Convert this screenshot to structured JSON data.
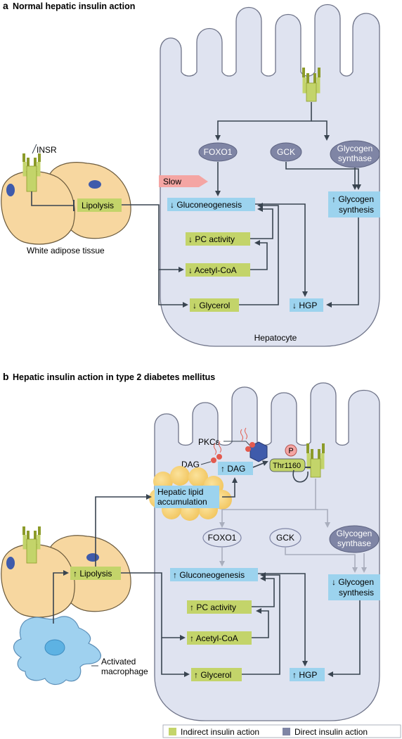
{
  "colors": {
    "cell_fill": "#dfe3f0",
    "cell_stroke": "#6f7489",
    "indirect_green": "#c3d46a",
    "direct_blue": "#9cd3ee",
    "oval_fill": "#7f85a5",
    "adipose_fill": "#f7d7a0",
    "adipose_stroke": "#6b5a3c",
    "lipid_fill": "#f5cc6b",
    "macrophage_fill": "#9fd1ef",
    "slow_pink": "#f4a5a3",
    "arrow_dark": "#394450",
    "arrow_light": "#a9aebd"
  },
  "panel_a": {
    "letter": "a",
    "title": "Normal hepatic insulin action",
    "receptor_label": "INSR",
    "adipose_label": "White adipose tissue",
    "cell_label": "Hepatocyte",
    "lipolysis": "Lipolysis",
    "foxo1": "FOXO1",
    "gck": "GCK",
    "glycogen_synthase_1": "Glycogen",
    "glycogen_synthase_2": "synthase",
    "slow": "Slow",
    "gluconeogenesis": "↓ Gluconeogenesis",
    "pc_activity": "↓ PC activity",
    "acetyl_coa": "↓ Acetyl-CoA",
    "glycerol": "↓ Glycerol",
    "hgp": "↓ HGP",
    "glycogen_synthesis_1": "↑ Glycogen",
    "glycogen_synthesis_2": "synthesis"
  },
  "panel_b": {
    "letter": "b",
    "title": "Hepatic insulin action in type 2 diabetes mellitus",
    "pkc": "PKCε",
    "dag_label": "DAG",
    "dag_box": "↑ DAG",
    "thr": "Thr1160",
    "p": "P",
    "lipid_1": "Hepatic lipid",
    "lipid_2": "accumulation",
    "lipolysis": "↑ Lipolysis",
    "macrophage_1": "Activated",
    "macrophage_2": "macrophage",
    "foxo1": "FOXO1",
    "gck": "GCK",
    "glycogen_synthase_1": "Glycogen",
    "glycogen_synthase_2": "synthase",
    "gluconeogenesis": "↑ Gluconeogenesis",
    "pc_activity": "↑ PC activity",
    "acetyl_coa": "↑ Acetyl-CoA",
    "glycerol": "↑ Glycerol",
    "hgp": "↑ HGP",
    "glycogen_synthesis_1": "↓ Glycogen",
    "glycogen_synthesis_2": "synthesis"
  },
  "legend": {
    "indirect": "Indirect insulin action",
    "direct": "Direct insulin action"
  }
}
